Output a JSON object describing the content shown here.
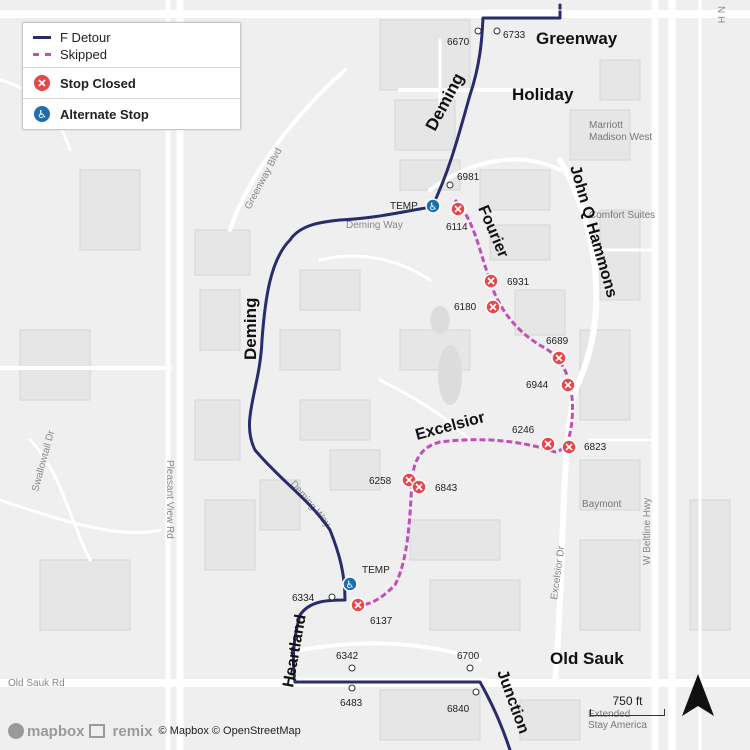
{
  "legend": {
    "detour_label": "F Detour",
    "skipped_label": "Skipped",
    "closed_label": "Stop Closed",
    "alternate_label": "Alternate Stop",
    "colors": {
      "detour": "#2a2b6a",
      "skipped": "#c24fb7",
      "closed": "#e5474b",
      "alternate": "#1e6fb0"
    }
  },
  "streets": {
    "greenway": "Greenway",
    "holiday": "Holiday",
    "deming_north": "Deming",
    "fourier": "Fourier",
    "john_q": "John Q Hammons",
    "deming_west": "Deming",
    "excelsior": "Excelsior",
    "heartland": "Heartland",
    "old_sauk": "Old Sauk",
    "junction": "Junction"
  },
  "road_labels": {
    "greenway_blvd": "Greenway Blvd",
    "deming_way_1": "Deming Way",
    "deming_way_2": "Deming Way",
    "swallowtail": "Swallowtail Dr",
    "pleasant_view": "Pleasant View Rd",
    "w_beltline": "W Beltline Hwy",
    "excelsior_dr": "Excelsior Dr",
    "old_sauk_rd": "Old Sauk Rd",
    "n_h": "N H"
  },
  "pois": {
    "marriott_1": "Marriott",
    "marriott_2": "Madison West",
    "comfort": "Comfort Suites",
    "baymont": "Baymont",
    "extended_1": "Extended",
    "extended_2": "Stay America"
  },
  "stops": {
    "s6670": "6670",
    "s6733": "6733",
    "s6981": "6981",
    "temp_north": "TEMP",
    "s6114": "6114",
    "s6931": "6931",
    "s6180": "6180",
    "s6689": "6689",
    "s6944": "6944",
    "s6246": "6246",
    "s6823": "6823",
    "s6258": "6258",
    "s6843": "6843",
    "temp_south": "TEMP",
    "s6334": "6334",
    "s6137": "6137",
    "s6342": "6342",
    "s6700": "6700",
    "s6483": "6483",
    "s6840": "6840"
  },
  "attribution": {
    "mapbox": "mapbox",
    "remix": "remix",
    "text": "© Mapbox © OpenStreetMap"
  },
  "scale": {
    "label": "750 ft"
  }
}
